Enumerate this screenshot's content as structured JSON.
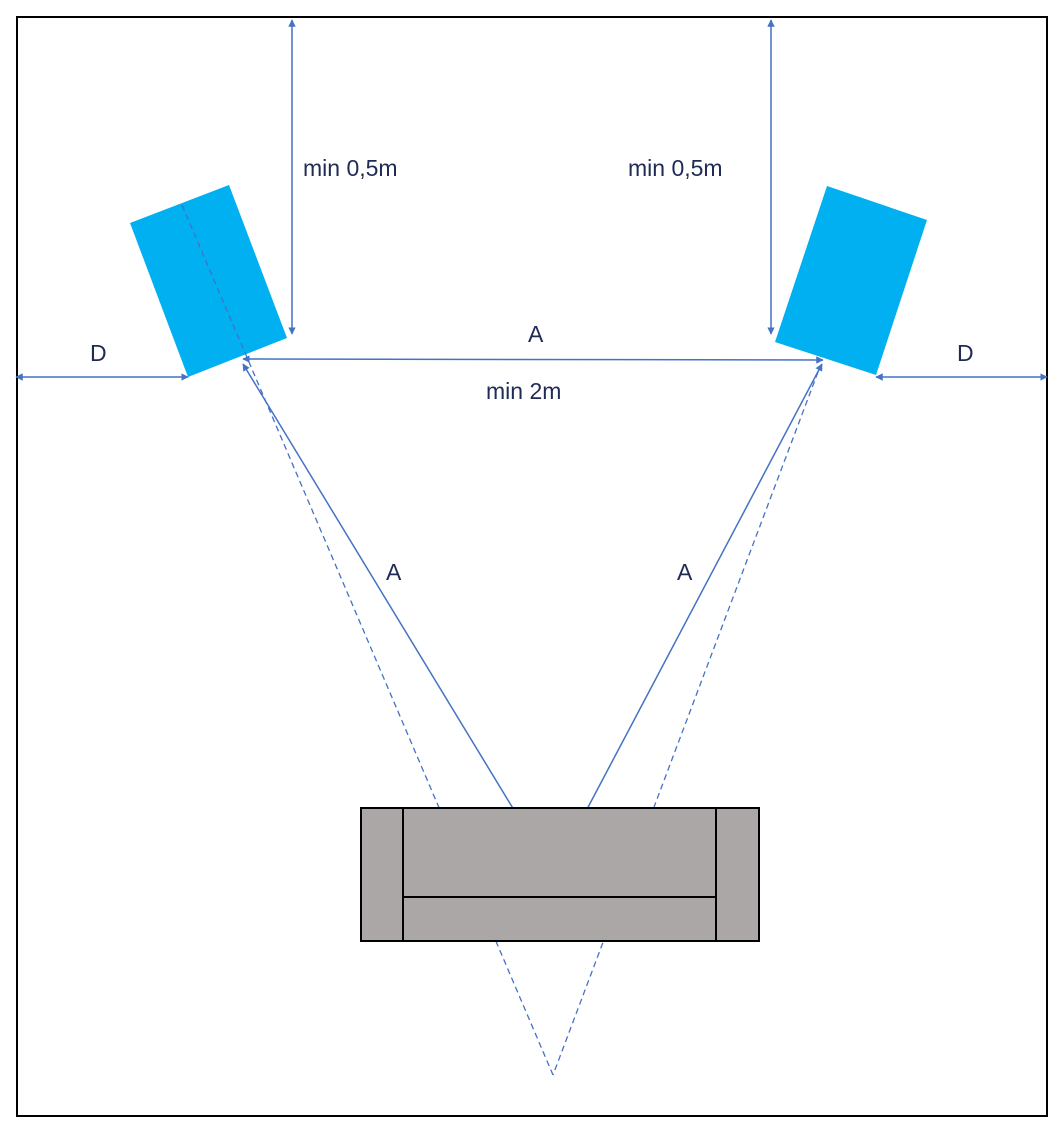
{
  "labels": {
    "top_left_clearance": "min 0,5m",
    "top_right_clearance": "min 0,5m",
    "side_left": "D",
    "side_right": "D",
    "speaker_distance": "A",
    "speaker_distance_min": "min 2m",
    "left_listener_distance": "A",
    "right_listener_distance": "A"
  },
  "colors": {
    "speaker": "#00b0f0",
    "arrow": "#4472c4",
    "couch": "#aaa7a6",
    "text": "#1f2a55"
  }
}
